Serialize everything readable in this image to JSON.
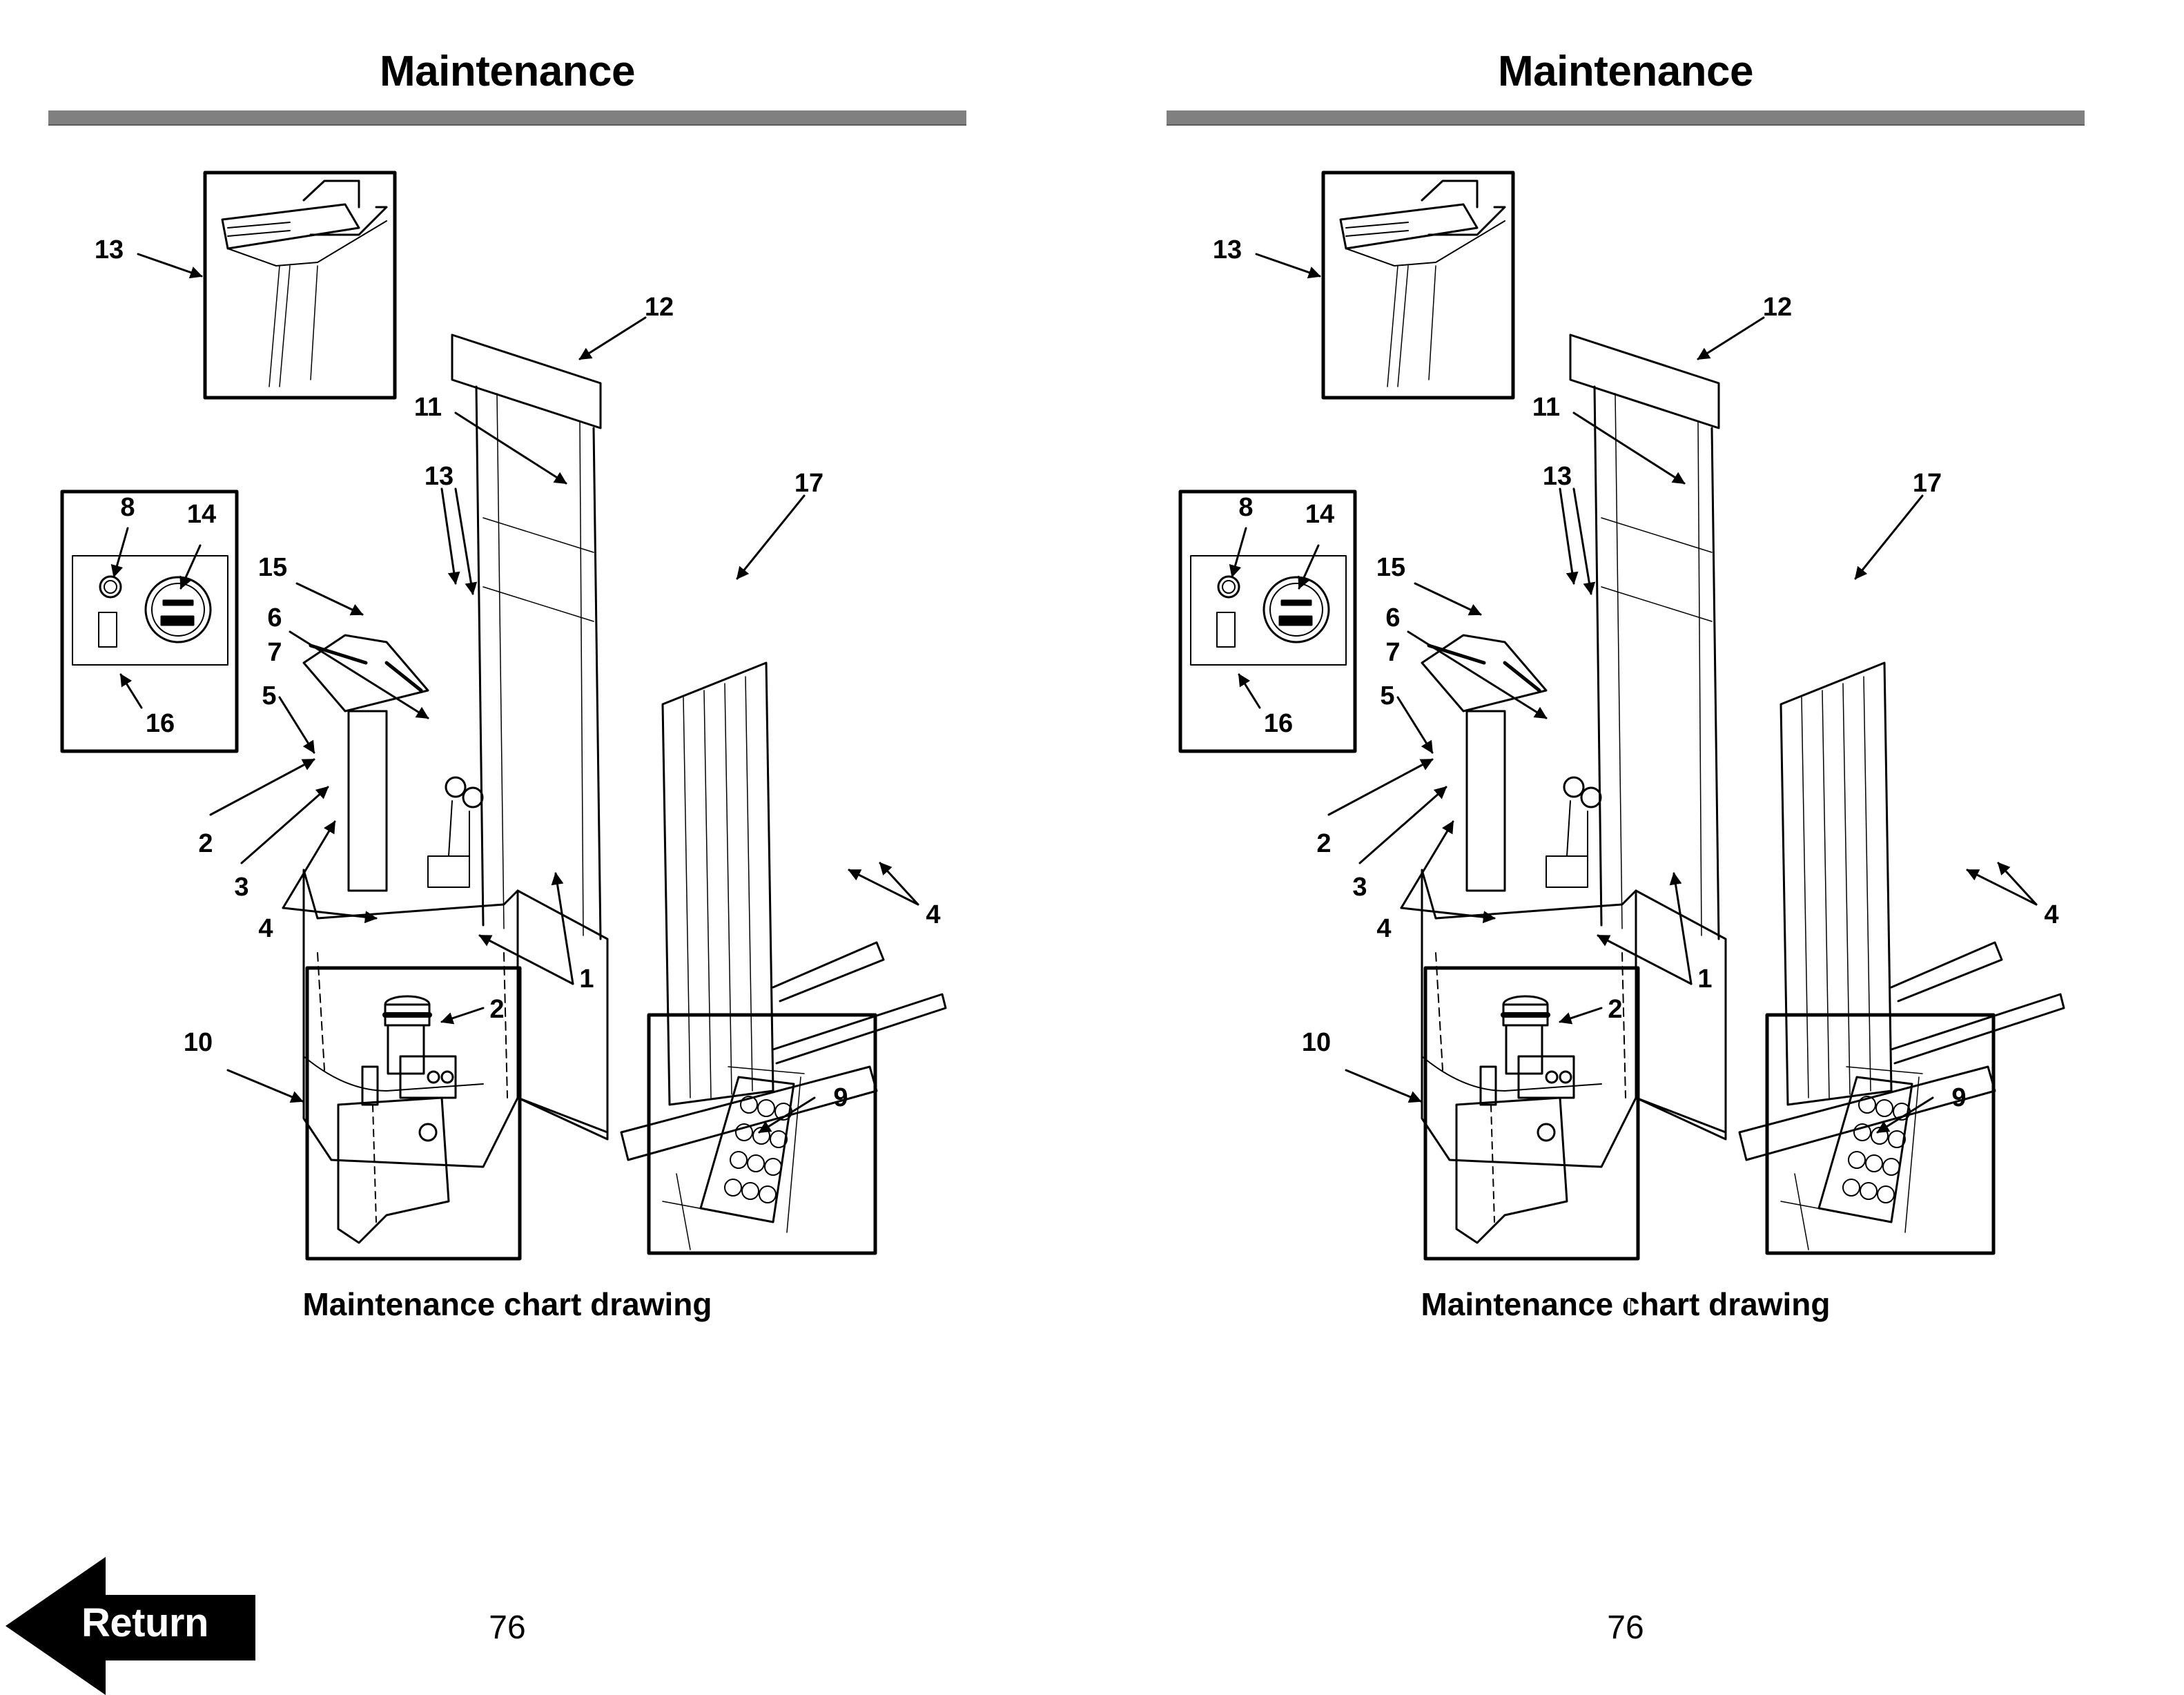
{
  "pages": [
    {
      "side": "left",
      "header": {
        "title": "Maintenance"
      },
      "figure": {
        "caption": "Maintenance chart drawing",
        "callouts": {
          "c1": "1",
          "c2": "2",
          "c2b": "2",
          "c3": "3",
          "c4a": "4",
          "c4b": "4",
          "c5": "5",
          "c6": "6",
          "c7": "7",
          "c8": "8",
          "c9": "9",
          "c10": "10",
          "c11": "11",
          "c12": "12",
          "c13a": "13",
          "c13b": "13",
          "c14": "14",
          "c15": "15",
          "c16": "16",
          "c17": "17"
        }
      },
      "page_number": "76"
    },
    {
      "side": "right",
      "header": {
        "title": "Maintenance"
      },
      "figure": {
        "caption": "Maintenance chart drawing",
        "callouts": {
          "c1": "1",
          "c2": "2",
          "c2b": "2",
          "c3": "3",
          "c4a": "4",
          "c4b": "4",
          "c5": "5",
          "c6": "6",
          "c7": "7",
          "c8": "8",
          "c9": "9",
          "c10": "10",
          "c11": "11",
          "c12": "12",
          "c13a": "13",
          "c13b": "13",
          "c14": "14",
          "c15": "15",
          "c16": "16",
          "c17": "17"
        }
      },
      "page_number": "76"
    }
  ],
  "navigation": {
    "return_label": "Return",
    "return_icon": "left-arrow-icon"
  },
  "colors": {
    "rule": "#808080",
    "text": "#000000",
    "background": "#ffffff"
  }
}
